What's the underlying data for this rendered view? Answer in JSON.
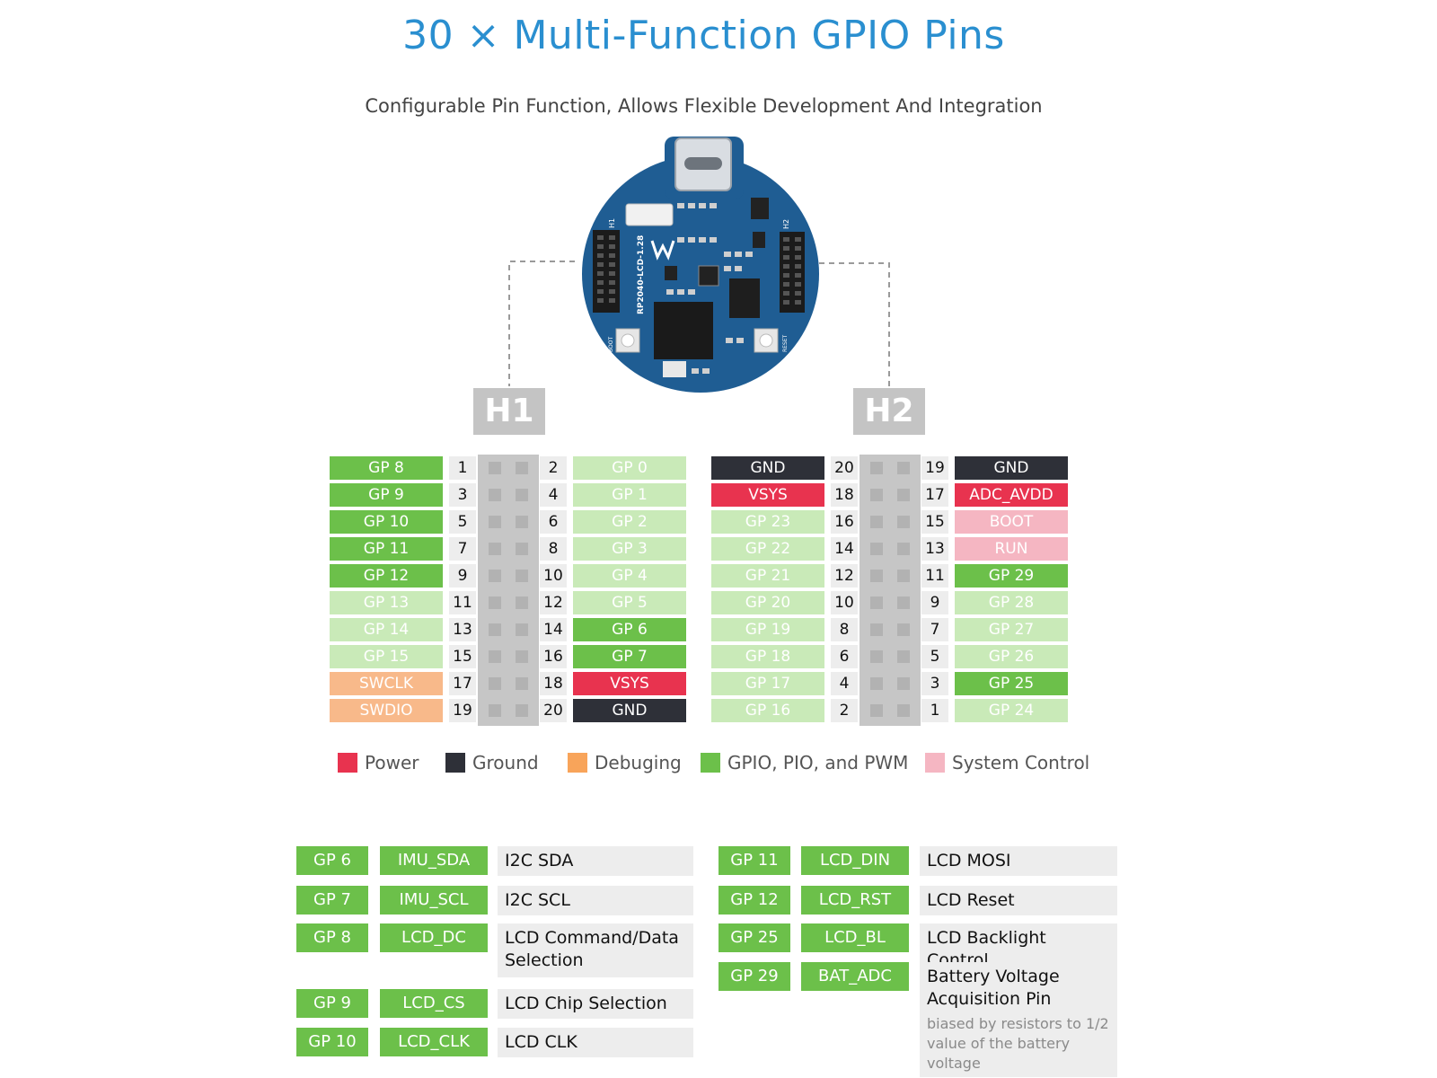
{
  "title": "30 × Multi-Function GPIO Pins",
  "subtitle": "Configurable Pin Function, Allows Flexible Development And Integration",
  "board": {
    "silk_model": "RP2040-LCD-1.28",
    "silk_h1": "H1",
    "silk_h2": "H2",
    "silk_boot": "BOOT",
    "silk_reset": "RESET"
  },
  "headers": {
    "h1": {
      "label": "H1",
      "rows": [
        {
          "left": {
            "label": "GP 8",
            "kind": "gpio"
          },
          "left_num": "1",
          "right_num": "2",
          "right": {
            "label": "GP 0",
            "kind": "gpio-light"
          }
        },
        {
          "left": {
            "label": "GP 9",
            "kind": "gpio"
          },
          "left_num": "3",
          "right_num": "4",
          "right": {
            "label": "GP 1",
            "kind": "gpio-light"
          }
        },
        {
          "left": {
            "label": "GP 10",
            "kind": "gpio"
          },
          "left_num": "5",
          "right_num": "6",
          "right": {
            "label": "GP 2",
            "kind": "gpio-light"
          }
        },
        {
          "left": {
            "label": "GP 11",
            "kind": "gpio"
          },
          "left_num": "7",
          "right_num": "8",
          "right": {
            "label": "GP 3",
            "kind": "gpio-light"
          }
        },
        {
          "left": {
            "label": "GP 12",
            "kind": "gpio"
          },
          "left_num": "9",
          "right_num": "10",
          "right": {
            "label": "GP 4",
            "kind": "gpio-light"
          }
        },
        {
          "left": {
            "label": "GP 13",
            "kind": "gpio-light"
          },
          "left_num": "11",
          "right_num": "12",
          "right": {
            "label": "GP 5",
            "kind": "gpio-light"
          }
        },
        {
          "left": {
            "label": "GP 14",
            "kind": "gpio-light"
          },
          "left_num": "13",
          "right_num": "14",
          "right": {
            "label": "GP 6",
            "kind": "gpio"
          }
        },
        {
          "left": {
            "label": "GP 15",
            "kind": "gpio-light"
          },
          "left_num": "15",
          "right_num": "16",
          "right": {
            "label": "GP 7",
            "kind": "gpio"
          }
        },
        {
          "left": {
            "label": "SWCLK",
            "kind": "debug"
          },
          "left_num": "17",
          "right_num": "18",
          "right": {
            "label": "VSYS",
            "kind": "power"
          }
        },
        {
          "left": {
            "label": "SWDIO",
            "kind": "debug"
          },
          "left_num": "19",
          "right_num": "20",
          "right": {
            "label": "GND",
            "kind": "ground"
          }
        }
      ]
    },
    "h2": {
      "label": "H2",
      "rows": [
        {
          "left": {
            "label": "GND",
            "kind": "ground"
          },
          "left_num": "20",
          "right_num": "19",
          "right": {
            "label": "GND",
            "kind": "ground"
          }
        },
        {
          "left": {
            "label": "VSYS",
            "kind": "power"
          },
          "left_num": "18",
          "right_num": "17",
          "right": {
            "label": "ADC_AVDD",
            "kind": "power"
          }
        },
        {
          "left": {
            "label": "GP 23",
            "kind": "gpio-light"
          },
          "left_num": "16",
          "right_num": "15",
          "right": {
            "label": "BOOT",
            "kind": "sysctl"
          }
        },
        {
          "left": {
            "label": "GP 22",
            "kind": "gpio-light"
          },
          "left_num": "14",
          "right_num": "13",
          "right": {
            "label": "RUN",
            "kind": "sysctl"
          }
        },
        {
          "left": {
            "label": "GP 21",
            "kind": "gpio-light"
          },
          "left_num": "12",
          "right_num": "11",
          "right": {
            "label": "GP 29",
            "kind": "gpio"
          }
        },
        {
          "left": {
            "label": "GP 20",
            "kind": "gpio-light"
          },
          "left_num": "10",
          "right_num": "9",
          "right": {
            "label": "GP 28",
            "kind": "gpio-light"
          }
        },
        {
          "left": {
            "label": "GP 19",
            "kind": "gpio-light"
          },
          "left_num": "8",
          "right_num": "7",
          "right": {
            "label": "GP 27",
            "kind": "gpio-light"
          }
        },
        {
          "left": {
            "label": "GP 18",
            "kind": "gpio-light"
          },
          "left_num": "6",
          "right_num": "5",
          "right": {
            "label": "GP 26",
            "kind": "gpio-light"
          }
        },
        {
          "left": {
            "label": "GP 17",
            "kind": "gpio-light"
          },
          "left_num": "4",
          "right_num": "3",
          "right": {
            "label": "GP 25",
            "kind": "gpio"
          }
        },
        {
          "left": {
            "label": "GP 16",
            "kind": "gpio-light"
          },
          "left_num": "2",
          "right_num": "1",
          "right": {
            "label": "GP 24",
            "kind": "gpio-light"
          }
        }
      ]
    }
  },
  "legend": [
    {
      "label": "Power",
      "color": "#e8334f"
    },
    {
      "label": "Ground",
      "color": "#2e3038"
    },
    {
      "label": "Debuging",
      "color": "#f8a45a"
    },
    {
      "label": "GPIO, PIO, and PWM",
      "color": "#6cc04a"
    },
    {
      "label": "System Control",
      "color": "#f5b6c2"
    }
  ],
  "functions": {
    "left": [
      {
        "pin": "GP 6",
        "signal": "IMU_SDA",
        "desc": "I2C SDA"
      },
      {
        "pin": "GP 7",
        "signal": "IMU_SCL",
        "desc": "I2C SCL"
      },
      {
        "pin": "GP 8",
        "signal": "LCD_DC",
        "desc": "LCD Command/Data Selection"
      },
      {
        "pin": "GP 9",
        "signal": "LCD_CS",
        "desc": "LCD Chip Selection"
      },
      {
        "pin": "GP 10",
        "signal": "LCD_CLK",
        "desc": "LCD CLK"
      }
    ],
    "right": [
      {
        "pin": "GP 11",
        "signal": "LCD_DIN",
        "desc": "LCD MOSI"
      },
      {
        "pin": "GP 12",
        "signal": "LCD_RST",
        "desc": "LCD Reset"
      },
      {
        "pin": "GP 25",
        "signal": "LCD_BL",
        "desc": "LCD Backlight Control"
      },
      {
        "pin": "GP 29",
        "signal": "BAT_ADC",
        "desc": "Battery Voltage Acquisition Pin",
        "note": "biased by resistors to 1/2 value of the battery voltage"
      }
    ]
  }
}
